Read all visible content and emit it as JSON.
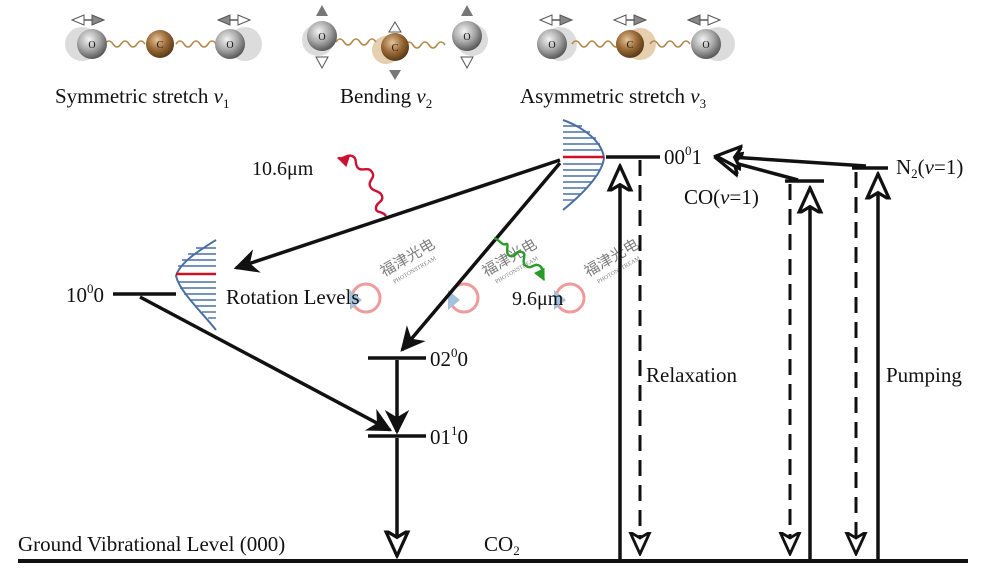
{
  "modes": {
    "symmetric": {
      "label": "Symmetric stretch ",
      "symbol": "v",
      "sub": "1"
    },
    "bending": {
      "label": "Bending ",
      "symbol": "v",
      "sub": "2"
    },
    "asymmetric": {
      "label": "Asymmetric stretch ",
      "symbol": "v",
      "sub": "3"
    },
    "atom_o": "O",
    "atom_c": "C"
  },
  "levels": {
    "l001": {
      "main": "00",
      "sup": "0",
      "tail": "1"
    },
    "l100": {
      "main": "10",
      "sup": "0",
      "tail": "0"
    },
    "l020": {
      "main": "02",
      "sup": "0",
      "tail": "0"
    },
    "l011": {
      "main": "01",
      "sup": "1",
      "tail": "0"
    },
    "co": {
      "pre": "CO(",
      "v": "v",
      "post": "=1)"
    },
    "n2": {
      "pre": "N",
      "sub": "2",
      "mid": "(",
      "v": "v",
      "post": "=1)"
    },
    "ground": "Ground Vibrational Level (000)",
    "co2": {
      "pre": "CO",
      "sub": "2"
    }
  },
  "labels": {
    "rotation": "Rotation Levels",
    "relaxation": "Relaxation",
    "pumping": "Pumping",
    "wave_long": "10.6μm",
    "wave_short": "9.6μm"
  },
  "watermark": {
    "text": "福津光电",
    "sub": "PHOTONSTREAM"
  },
  "colors": {
    "wave_long": "#cc1133",
    "wave_short": "#2a9a2a",
    "rotation_lines": "#4a6fa5",
    "rotation_center": "#cc1122",
    "watermark": "#c8c8c8"
  }
}
